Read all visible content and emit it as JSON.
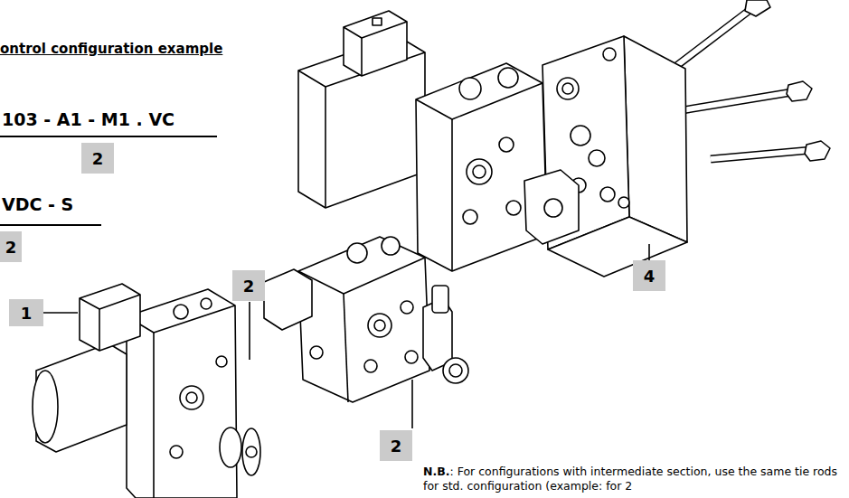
{
  "diagram": {
    "title": "ontrol configuration example",
    "labels": [
      "103 - A1 - M1 . VC",
      "2",
      "VDC - S",
      "2",
      "2",
      "2",
      "4",
      "1",
      "N.B.",
      ": For configurations with intermediate section, use the same tie rods for std. configuration (example: for 2"
    ]
  }
}
